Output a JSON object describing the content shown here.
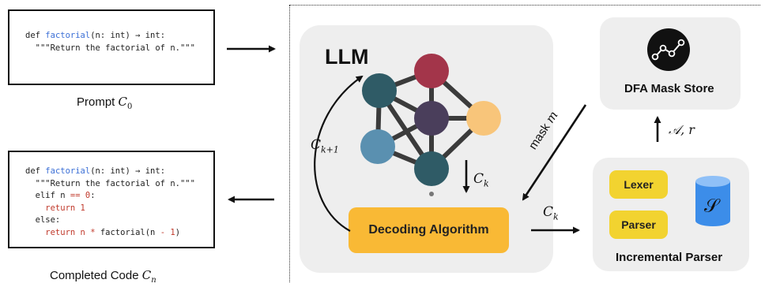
{
  "prompt_code": {
    "line1": {
      "kw": "def ",
      "fn": "factorial",
      "rest": "(n: int) → int:"
    },
    "line2": "  \"\"\"Return the factorial of n.\"\"\""
  },
  "prompt_caption": {
    "text": "Prompt ",
    "math": "C",
    "sub": "0"
  },
  "completed_code": {
    "line1": {
      "kw": "def ",
      "fn": "factorial",
      "rest": "(n: int) → int:"
    },
    "line2": "  \"\"\"Return the factorial of n.\"\"\"",
    "line3": {
      "pre": "  elif n ",
      "op": "==",
      "num": " 0",
      "post": ":"
    },
    "line4": {
      "kw": "    return ",
      "num": "1"
    },
    "line5": "  else:",
    "line6": {
      "pre": "    return n ",
      "op": "*",
      "mid": " factorial(n ",
      "op2": "-",
      "num": " 1",
      "post": ")"
    }
  },
  "completed_caption": {
    "text": "Completed Code ",
    "math": "C",
    "sub": "n"
  },
  "llm": {
    "title": "LLM"
  },
  "decoding": {
    "label": "Decoding Algorithm"
  },
  "dfa": {
    "label": "DFA Mask Store"
  },
  "parser_panel": {
    "lexer": "Lexer",
    "parser": "Parser",
    "title": "Incremental Parser",
    "symbol": "𝒮"
  },
  "labels": {
    "ck1_main": "C",
    "ck1_sub": "k+1",
    "ck_main": "C",
    "ck_sub": "k",
    "ck2_main": "C",
    "ck2_sub": "k",
    "mask_text": "mask",
    "mask_var": "m",
    "ar": "𝒜, r"
  },
  "colors": {
    "node_red": "#a3354a",
    "node_teal": "#2f5b66",
    "node_purple": "#4a3e5b",
    "node_orange": "#f8c57a",
    "node_blue": "#5a90b0",
    "edge": "#3b3b3b",
    "decoding": "#f9b935",
    "lexer_parser": "#f2d330",
    "cylinder": "#3c8de9"
  }
}
